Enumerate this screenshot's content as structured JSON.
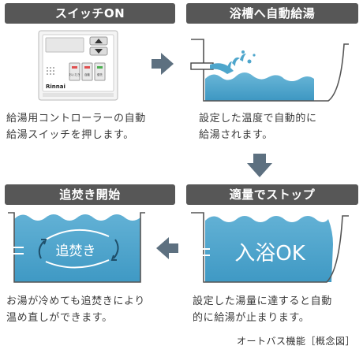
{
  "steps": [
    {
      "title": "スイッチON",
      "desc_line1": "給湯用コントローラーの自動",
      "desc_line2": "給湯スイッチを押します。"
    },
    {
      "title": "浴槽へ自動給湯",
      "desc_line1": "設定した温度で自動的に",
      "desc_line2": "給湯されます。"
    },
    {
      "title": "適量でストップ",
      "desc_line1": "設定した湯量に達すると自動",
      "desc_line2": "的に給湯が止まります。",
      "tub_text": "入浴OK"
    },
    {
      "title": "追焚き開始",
      "desc_line1": "お湯が冷めても追焚きにより",
      "desc_line2": "温め直しができます。",
      "tub_text": "追焚き"
    }
  ],
  "controller": {
    "brand": "Rinnai",
    "btn1": "おいだき",
    "btn2": "自動",
    "btn3": "優先"
  },
  "caption": "オートバス機能［概念図］",
  "colors": {
    "header_bg": "#575757",
    "water": "#4ea6cc",
    "water_light": "#8fc8e3",
    "arrow": "#5d7080"
  }
}
